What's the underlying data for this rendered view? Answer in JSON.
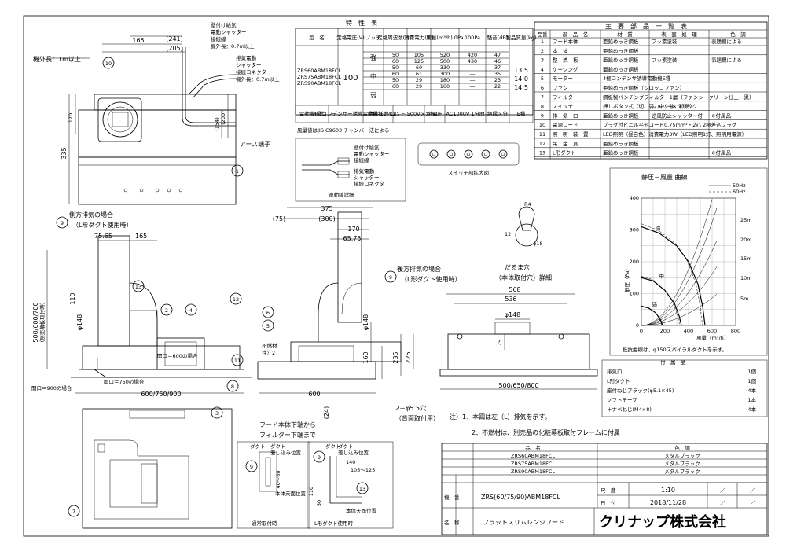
{
  "dims": {
    "top_165": "165",
    "top_241": "(241)",
    "top_205": "(205)",
    "cord_outside": "機外長：1m以上",
    "h_335": "335",
    "h_170": "170",
    "h_154": "(154)",
    "h_200": "(200)",
    "earth": "アース端子",
    "front_375": "375",
    "front_300": "(300)",
    "front_170": "170",
    "front_75": "(75)",
    "front_6575": "65.75",
    "side_7565": "75.65",
    "side_165": "165",
    "side_500": "500/600/700",
    "side_note": "（別売幕板取付時）",
    "phi148": "φ148",
    "h_110": "110",
    "h_160": "160",
    "h_24": "(24)",
    "w_600": "600",
    "w_600_750_900": "600/750/900",
    "plan_568": "568",
    "plan_536": "536",
    "plan_500": "500/650/800",
    "plan_235": "235",
    "plan_225": "225",
    "plan_75": "75",
    "holes": "2－φ5.5穴",
    "holes_note": "（背面取付用）",
    "daruma_r4": "R4",
    "daruma_12": "12",
    "daruma_18": "φ18",
    "filter_note1": "フード本体下端から",
    "filter_note2": "フィルター下端まで"
  },
  "top_labels": {
    "wall_exhaust": "壁付け給気",
    "shutter_motor": "電動シャッター",
    "conn_line": "接続線",
    "outside_07": "機外長：0.7m以上",
    "exhaust_motor": "排気電動",
    "shutter2": "シャッター",
    "conn_connector": "接続コネクタ",
    "outside_07b": "機外長：0.7m以上"
  },
  "case_labels": {
    "side_exhaust": "側方排気の場合",
    "side_exhaust2": "（L形ダクト使用時）",
    "rear_exhaust": "後方排気の場合",
    "rear_exhaust2": "（L形ダクト使用時）",
    "open600": "開口＝600の場合",
    "open750": "開口＝750の場合",
    "open900": "開口＝900の場合",
    "nonflam": "不燃材",
    "note2": "注）2",
    "daruma": "だるま穴",
    "daruma2": "（本体取付穴）詳細"
  },
  "spec": {
    "title": "特　性　表",
    "headers": [
      "型　名",
      "定格電圧(V)",
      "ノッチ",
      "定格周波数(Hz)",
      "消費電力(W)",
      "風量(m³/h) 0Pa",
      "100Pa",
      "騒音(dB)",
      "製品質量(kg)"
    ],
    "models": [
      "ZRS60ABM18FCL",
      "ZRS75ABM18FCL",
      "ZRS90ABM18FCL"
    ],
    "voltage": "100",
    "notches": [
      "強",
      "中",
      "弱"
    ],
    "rows": [
      [
        "50",
        "105",
        "520",
        "420",
        "47"
      ],
      [
        "60",
        "125",
        "500",
        "430",
        "46"
      ],
      [
        "50",
        "60",
        "330",
        "―",
        "37"
      ],
      [
        "60",
        "61",
        "300",
        "―",
        "35"
      ],
      [
        "50",
        "29",
        "180",
        "―",
        "23"
      ],
      [
        "60",
        "29",
        "160",
        "―",
        "22"
      ]
    ],
    "mass": [
      "13.5",
      "14.0",
      "14.5"
    ],
    "elec": [
      "電動機形式",
      "4種コンデンサー誘導電動機",
      "絶縁抵抗",
      "10MΩ以上(500Vメガー)",
      "耐電圧",
      "AC1000V 1分間",
      "絶縁区分",
      "E種"
    ],
    "note": "風量値はJIS C9603 チャンバー法による"
  },
  "wiring": {
    "l1": "壁付け給気",
    "l2": "電動シャッター",
    "l3": "接続線",
    "l4": "排気電動",
    "l5": "シャッター",
    "l6": "接続コネクタ",
    "caption": "連動線詳細"
  },
  "switch_caption": "スイッチ部拡大図",
  "parts": {
    "title": "主　要　部　品　一　覧　表",
    "headers": [
      "品番",
      "部　品　名",
      "材　質",
      "表　面　処　理",
      "色　調"
    ],
    "rows": [
      [
        "1",
        "フード本体",
        "亜鉛めっき鋼板",
        "フッ素塗装",
        "表題欄による"
      ],
      [
        "2",
        "本　体",
        "亜鉛めっき鋼板",
        "",
        ""
      ],
      [
        "3",
        "整　流　板",
        "亜鉛めっき鋼板",
        "フッ素塗装",
        "表題欄による"
      ],
      [
        "4",
        "ケーシング",
        "亜鉛めっき鋼板",
        "",
        ""
      ],
      [
        "5",
        "モーター",
        "4極コンデンサ誘導電動機E種",
        "",
        ""
      ],
      [
        "6",
        "ファン",
        "亜鉛めっき鋼板（シロッコファン）",
        "",
        ""
      ],
      [
        "7",
        "フィルター",
        "鋼板製パンチングフィルター1層（ファンシークリーン仕上：黒）",
        "",
        ""
      ],
      [
        "8",
        "スイッチ",
        "押しボタン式（切、弱、中、強、照明）",
        "シルバーメタリック",
        ""
      ],
      [
        "9",
        "排　気　口",
        "亜鉛めっき鋼板",
        "逆風防止シャッター付",
        "※付属品"
      ],
      [
        "10",
        "電源コード",
        "プラグ付ビニル平形コード0.75mm²・2心 2極差込プラグ",
        "",
        ""
      ],
      [
        "11",
        "照　明　装　置",
        "LED照明（昼白色）消費電力3W（LED照明1灯、照明用電源）",
        "",
        ""
      ],
      [
        "12",
        "吊　金　具",
        "亜鉛めっき鋼板",
        "",
        ""
      ],
      [
        "13",
        "L形ダクト",
        "亜鉛めっき鋼板",
        "",
        "※付属品"
      ]
    ]
  },
  "chart_data": {
    "type": "line",
    "title": "静圧－風量 曲線",
    "xlabel": "風量（m³/h）",
    "ylabel": "静圧（Pa）",
    "xlim": [
      0,
      800
    ],
    "ylim": [
      0,
      400
    ],
    "xticks": [
      "0",
      "200",
      "400",
      "600",
      "800"
    ],
    "yticks": [
      "0",
      "100",
      "200",
      "300",
      "400"
    ],
    "series_labels": [
      "強",
      "中",
      "弱"
    ],
    "duct_labels": [
      "25m",
      "20m",
      "15m",
      "10m",
      "5m"
    ],
    "legend": [
      "50Hz",
      "60Hz"
    ],
    "series": [
      {
        "values": [
          [
            0,
            310
          ],
          [
            150,
            290
          ],
          [
            300,
            250
          ],
          [
            400,
            200
          ],
          [
            480,
            130
          ],
          [
            520,
            60
          ],
          [
            540,
            0
          ]
        ]
      },
      {
        "values": [
          [
            0,
            150
          ],
          [
            100,
            140
          ],
          [
            200,
            110
          ],
          [
            280,
            70
          ],
          [
            320,
            30
          ],
          [
            340,
            0
          ]
        ]
      },
      {
        "values": [
          [
            0,
            60
          ],
          [
            60,
            55
          ],
          [
            120,
            40
          ],
          [
            160,
            20
          ],
          [
            180,
            0
          ]
        ]
      }
    ],
    "note": "抵抗曲線は、φ150スパイラルダクトを示す。"
  },
  "accessories": {
    "title": "付　属　品",
    "rows": [
      [
        "排気口",
        "1個"
      ],
      [
        "L形ダクト",
        "1個"
      ],
      [
        "座付ねじブラック(φ5.1×45)",
        "4本"
      ],
      [
        "ソフトテープ",
        "1本"
      ],
      [
        "＋ナベねじ(M4×8)",
        "4本"
      ]
    ]
  },
  "notes": {
    "n1": "注）1．本図は左（L）排気を示す。",
    "n2": "2．不燃材は、別売品の化粧幕板取付フレームに付属"
  },
  "details": {
    "duct": "ダクト",
    "duct2": "差し込み位置",
    "duct3": "本体天面位置",
    "normal_caption": "通常取付時",
    "l_caption": "L形ダクト使用時",
    "d_40_60": "40～60",
    "d_140": "140",
    "d_105_125": "105～125",
    "d_110": "110",
    "d_50": "50"
  },
  "title_block": {
    "h_name": "品　名",
    "h_color": "色　調",
    "models": [
      "ZRS60ABM18FCL",
      "ZRS75ABM18FCL",
      "ZRS90ABM18FCL"
    ],
    "colors": [
      "メタルブラック",
      "メタルブラック",
      "メタルブラック"
    ],
    "kiban_label": "機　番",
    "kiban": "ZRS(60/75/90)ABM18FCL",
    "scale_label": "尺　度",
    "scale": "1:10",
    "date_label": "日　付",
    "date": "2018/11/28",
    "name_label": "名　称",
    "name": "フラットスリムレンジフード",
    "company": "クリナップ株式会社"
  }
}
